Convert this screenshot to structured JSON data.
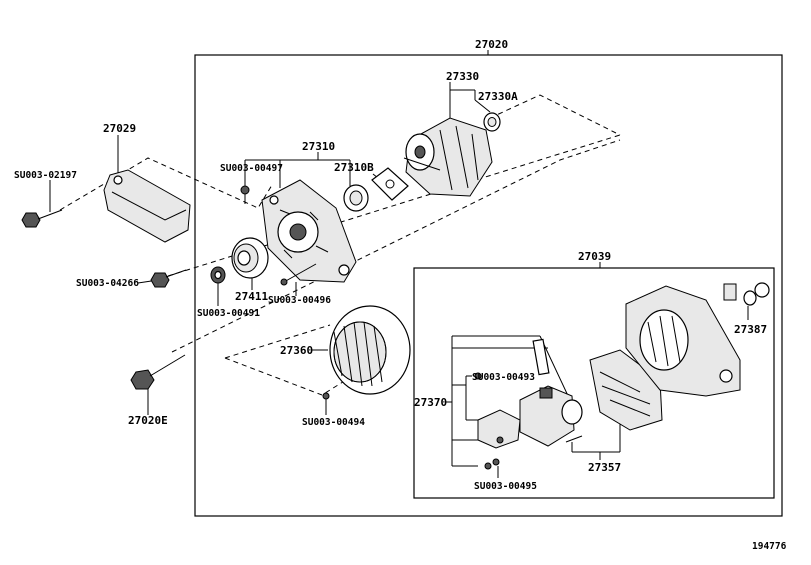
{
  "diagram": {
    "part_numbers": {
      "p27020": "27020",
      "p27029": "27029",
      "p27310": "27310",
      "p27310b": "27310B",
      "p27330": "27330",
      "p27330a": "27330A",
      "p27039": "27039",
      "p27411": "27411",
      "p27360": "27360",
      "p27370": "27370",
      "p27357": "27357",
      "p27387": "27387",
      "p27020e": "27020E"
    },
    "hardware": {
      "su0002197": "SU003-02197",
      "su0004266": "SU003-04266",
      "su0000497": "SU003-00497",
      "su0000496": "SU003-00496",
      "su0000491": "SU003-00491",
      "su0000494": "SU003-00494",
      "su0000493": "SU003-00493",
      "su0000495": "SU003-00495"
    },
    "figure_id": "194776"
  }
}
